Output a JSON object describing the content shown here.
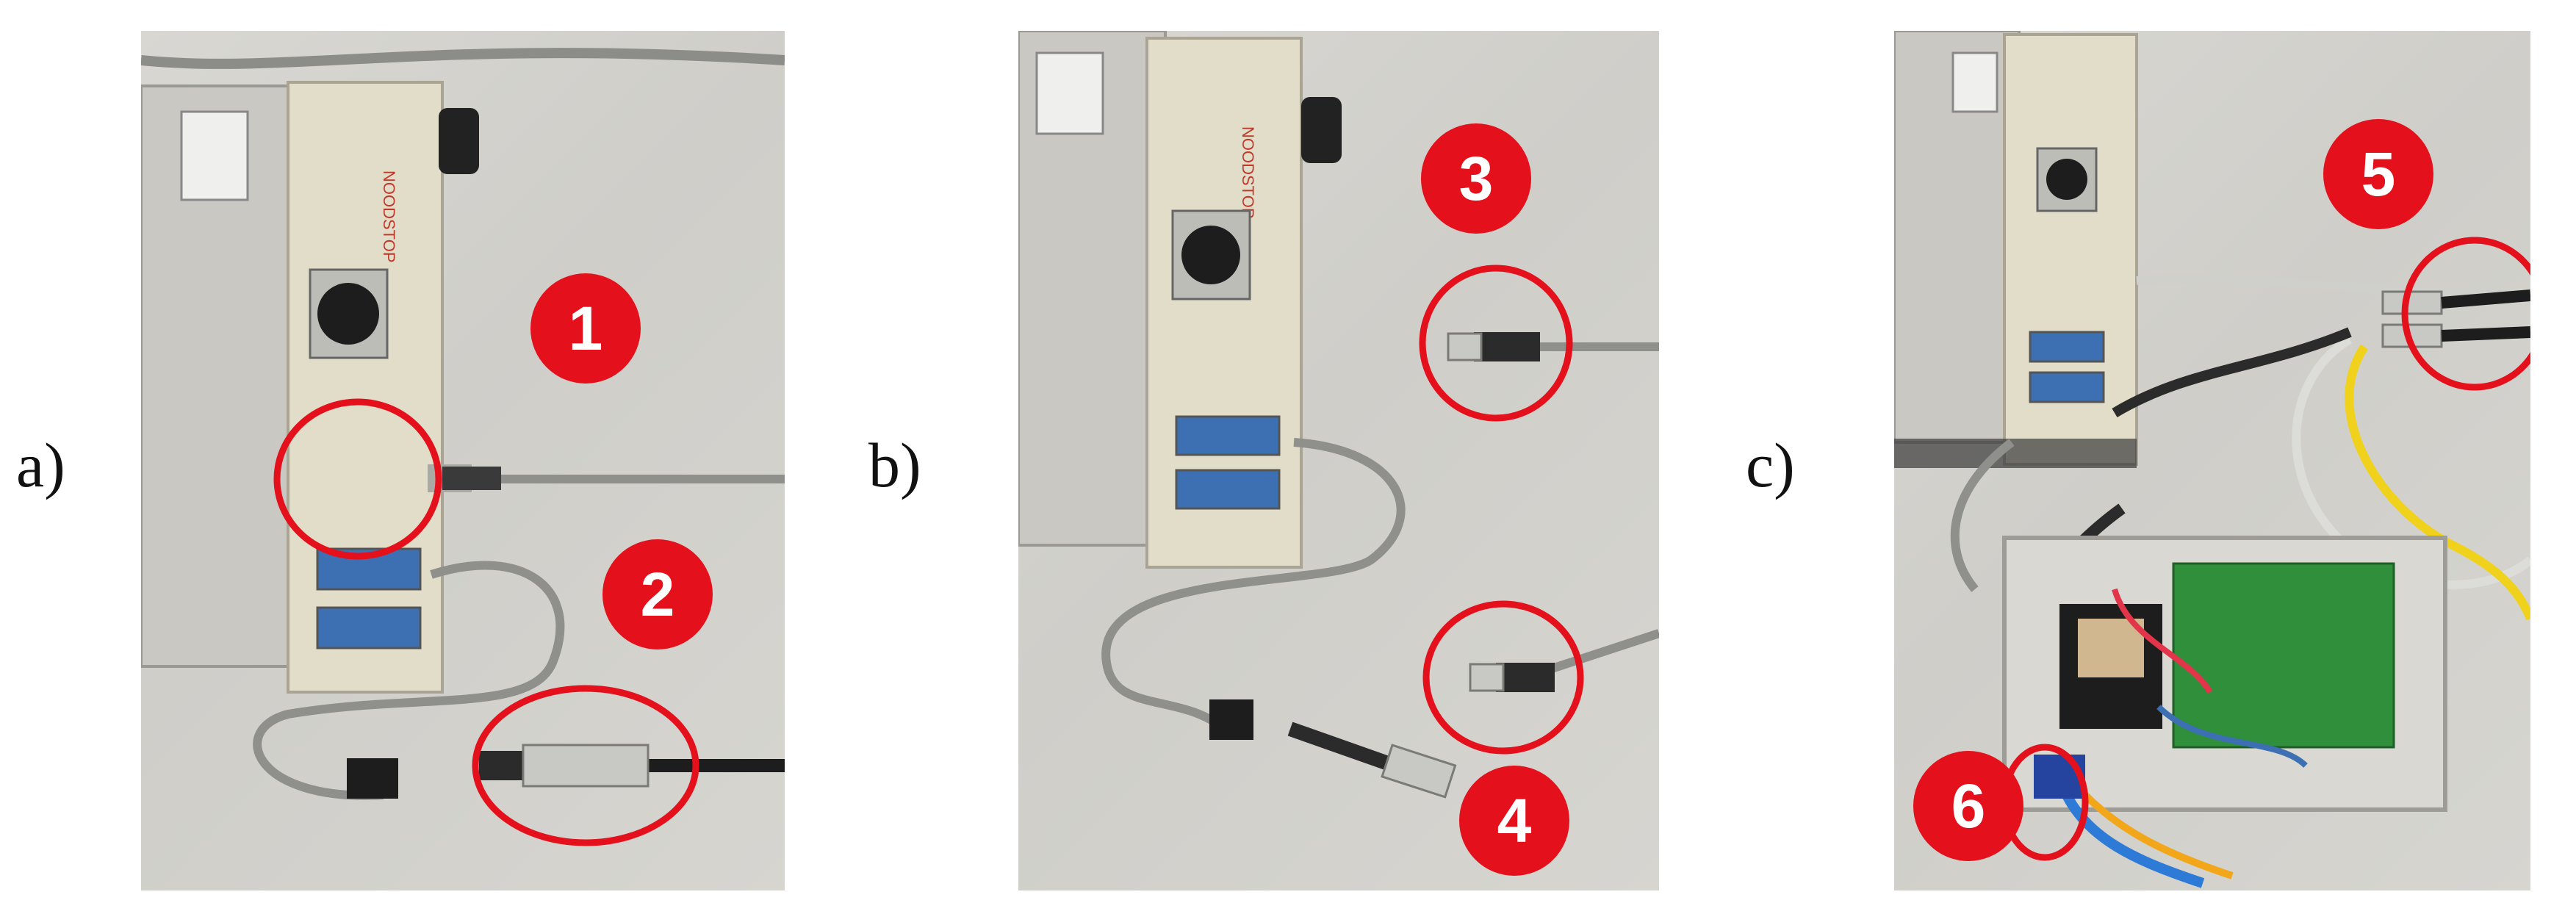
{
  "panels": [
    {
      "label": "a)",
      "badges": [
        "1",
        "2"
      ]
    },
    {
      "label": "b)",
      "badges": [
        "3",
        "4"
      ]
    },
    {
      "label": "c)",
      "badges": [
        "5",
        "6"
      ]
    }
  ],
  "device_text": "NOODSTOP",
  "colors": {
    "badge": "#e4101b",
    "ring": "#e4101b",
    "background_mat": "#d3d2cd",
    "device_body": "#e2ddc9",
    "dsub_connector": "#3d6fb3",
    "circuit_board": "#2f8f3b",
    "yellow_cable": "#f0d21c"
  }
}
